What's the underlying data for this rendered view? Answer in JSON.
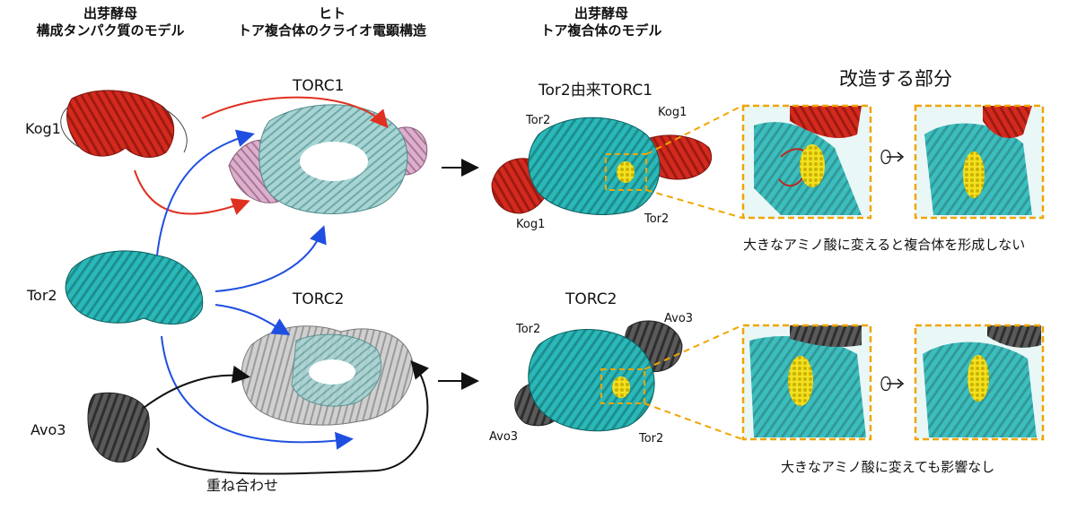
{
  "headers": {
    "yeast_models": [
      "出芽酵母",
      "構成タンパク質のモデル"
    ],
    "human_cryoem": [
      "ヒト",
      "トア複合体のクライオ電顕構造"
    ],
    "yeast_complex": [
      "出芽酵母",
      "トア複合体のモデル"
    ]
  },
  "proteins": {
    "kog1": "Kog1",
    "tor2": "Tor2",
    "avo3": "Avo3"
  },
  "human_structures": {
    "torc1": "TORC1",
    "torc2": "TORC2"
  },
  "models": {
    "torc1_title": "Tor2由来TORC1",
    "torc1_labels": {
      "tor2_a": "Tor2",
      "kog1_a": "Kog1",
      "kog1_b": "Kog1",
      "tor2_b": "Tor2"
    },
    "torc2_title": "TORC2",
    "torc2_labels": {
      "tor2_a": "Tor2",
      "avo3_a": "Avo3",
      "avo3_b": "Avo3",
      "tor2_b": "Tor2"
    }
  },
  "modified_region": {
    "title": "改造する部分",
    "torc1_caption": "大きなアミノ酸に変えると複合体を形成しない",
    "torc2_caption": "大きなアミノ酸に変えても影響なし"
  },
  "overlay_label": "重ね合わせ",
  "colors": {
    "kog1": "#d42a1e",
    "tor2": "#2ab8b8",
    "avo3": "#555555",
    "human_tor": "#9ecfcf",
    "human_raptor": "#d8a8c8",
    "human_rictor": "#c8c8c8",
    "arrow_red": "#e03020",
    "arrow_blue": "#1f4fe0",
    "arrow_black": "#111111",
    "box": "#f0a500",
    "ligand": "#f3e020"
  }
}
